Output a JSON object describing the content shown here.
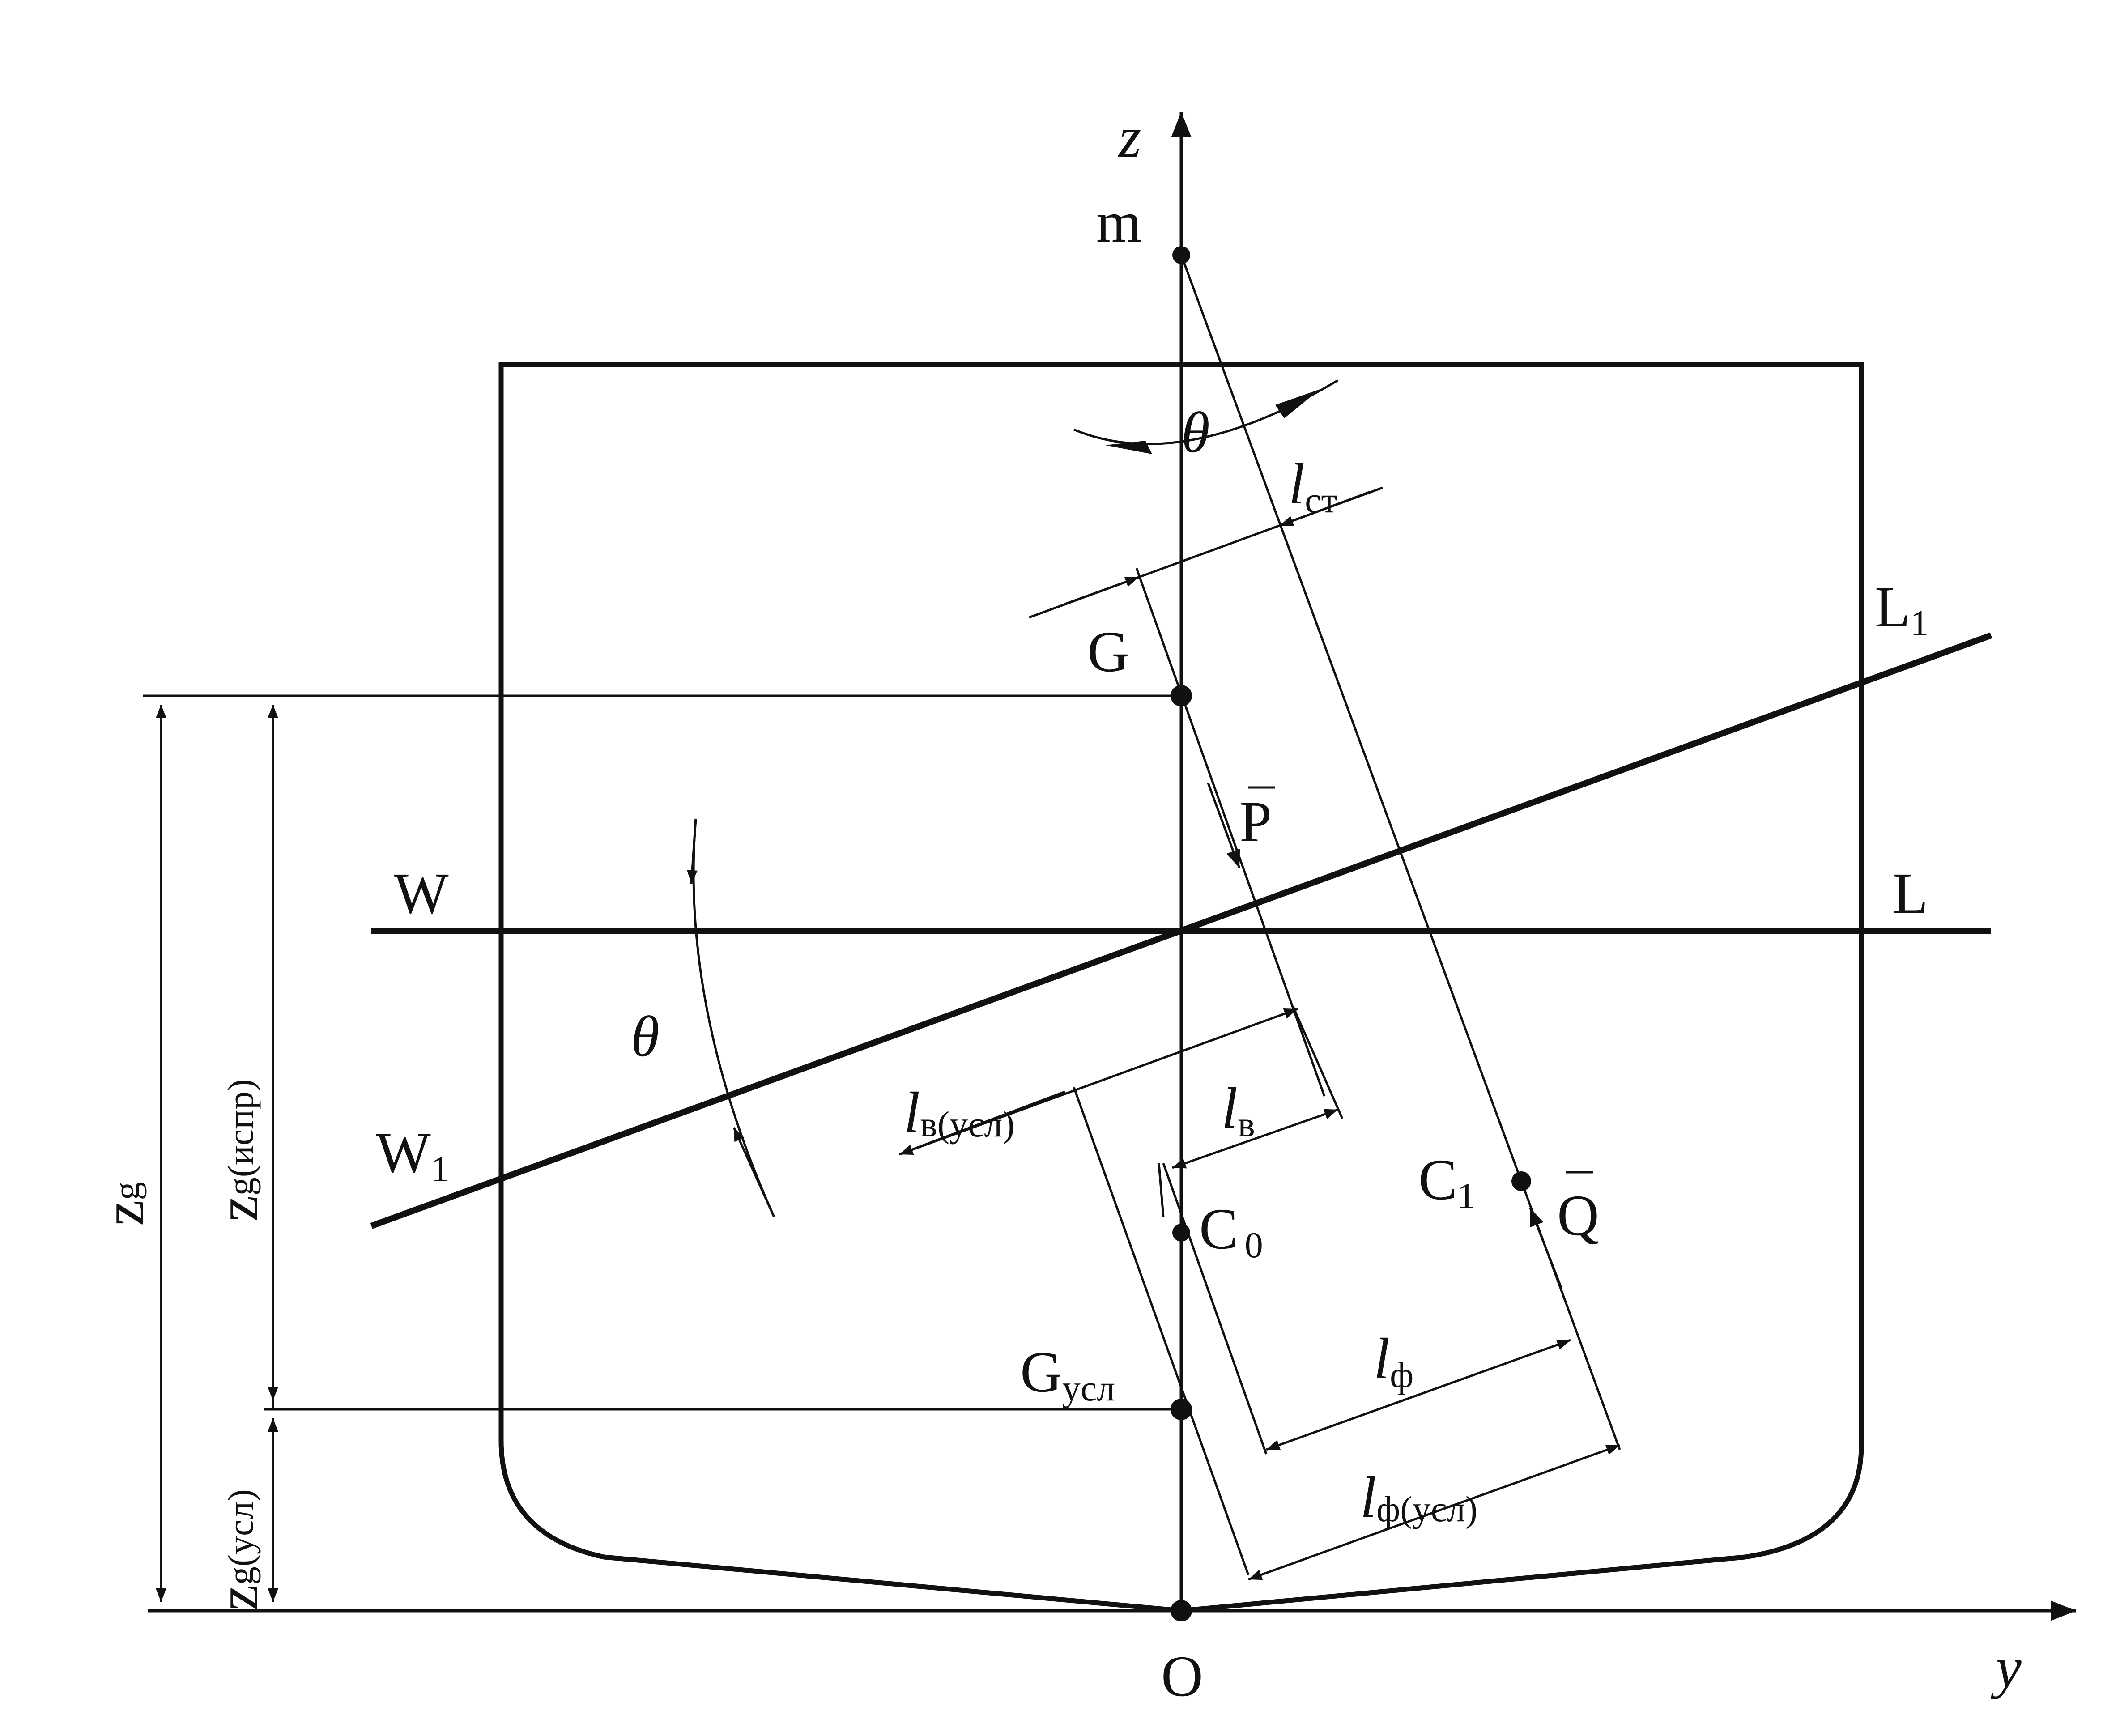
{
  "labels": {
    "z_axis": "z",
    "y_axis": "y",
    "m": "m",
    "theta_top": "θ",
    "theta_left": "θ",
    "l_st_main": "l",
    "l_st_sub": "ст",
    "G": "G",
    "L1_main": "L",
    "L1_sub": "1",
    "P_bar": "P",
    "W": "W",
    "L": "L",
    "W1_main": "W",
    "W1_sub": "1",
    "l_v_usl_main": "l",
    "l_v_usl_sub": "в(усл)",
    "l_v_main": "l",
    "l_v_sub": "в",
    "C0_main": "C",
    "C0_sub": "0",
    "C1_main": "C",
    "C1_sub": "1",
    "Q_bar": "Q",
    "G_usl_main": "G",
    "G_usl_sub": "усл",
    "l_f_main": "l",
    "l_f_sub": "ф",
    "l_f_usl_main": "l",
    "l_f_usl_sub": "ф(усл)",
    "O": "O",
    "zg_main": "z",
    "zg_sub": "g",
    "zg_ispr_main": "z",
    "zg_ispr_sub": "g(испр)",
    "zg_usl_main": "z",
    "zg_usl_sub": "g(усл)"
  },
  "colors": {
    "ink": "#111111",
    "background": "#ffffff"
  }
}
